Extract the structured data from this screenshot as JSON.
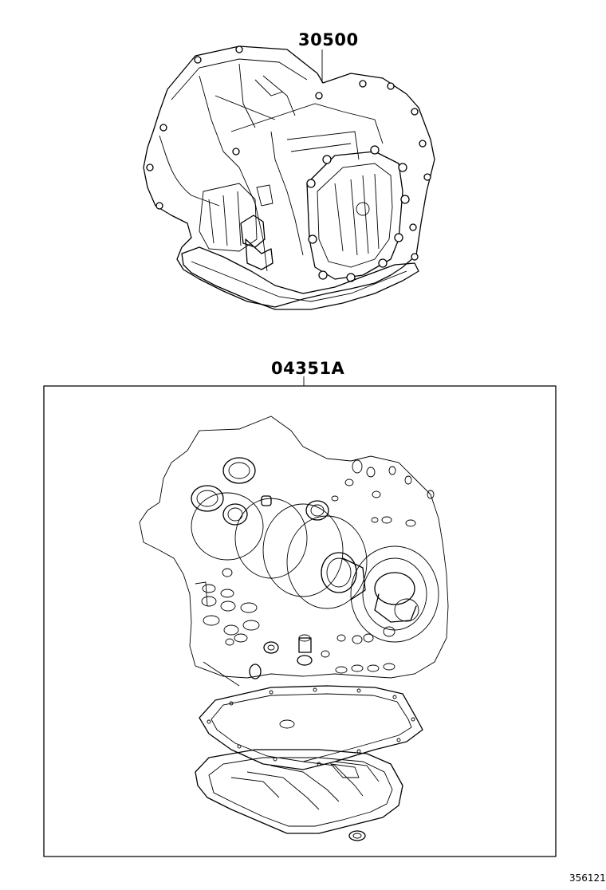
{
  "labels": {
    "top_part": "30500",
    "kit_part": "04351A",
    "reference": "356121"
  },
  "icons": {
    "transmission": "transmission-assembly-icon",
    "gasket_kit": "overhaul-gasket-kit-icon",
    "oil_pan_gasket": "oil-pan-gasket-icon",
    "oil_pan": "oil-pan-icon"
  },
  "colors": {
    "line": "#000000",
    "background": "#ffffff"
  }
}
